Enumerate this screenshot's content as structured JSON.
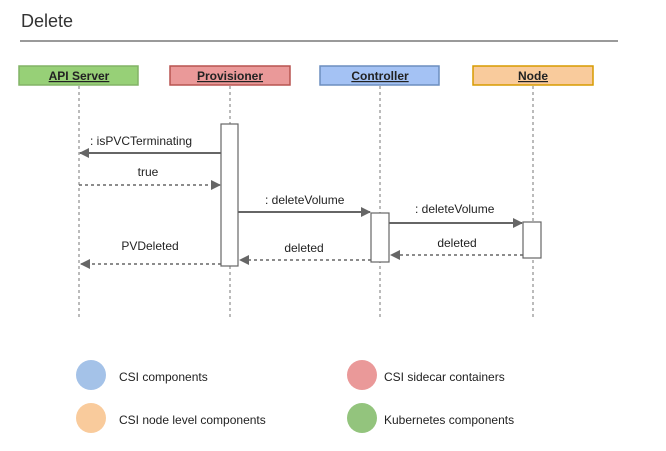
{
  "title": "Delete",
  "lifelines": [
    {
      "label": "API Server",
      "color": "#97d077",
      "border": "#82b366"
    },
    {
      "label": "Provisioner",
      "color": "#ea9999",
      "border": "#b85450"
    },
    {
      "label": "Controller",
      "color": "#a4c2f4",
      "border": "#6c8ebf"
    },
    {
      "label": "Node",
      "color": "#f9cb9c",
      "border": "#d79b00"
    }
  ],
  "messages": [
    {
      "label": ": isPVCTerminating",
      "style": "solid"
    },
    {
      "label": "true",
      "style": "dashed"
    },
    {
      "label": ": deleteVolume",
      "style": "solid"
    },
    {
      "label": ": deleteVolume",
      "style": "solid"
    },
    {
      "label": "deleted",
      "style": "dashed"
    },
    {
      "label": "deleted",
      "style": "dashed"
    },
    {
      "label": "PVDeleted",
      "style": "dashed"
    }
  ],
  "legend": [
    {
      "label": "CSI components",
      "color": "#a4c2e8"
    },
    {
      "label": "CSI sidecar containers",
      "color": "#ea9999"
    },
    {
      "label": "CSI node level components",
      "color": "#f9cb9c"
    },
    {
      "label": "Kubernetes components",
      "color": "#93c47d"
    }
  ]
}
